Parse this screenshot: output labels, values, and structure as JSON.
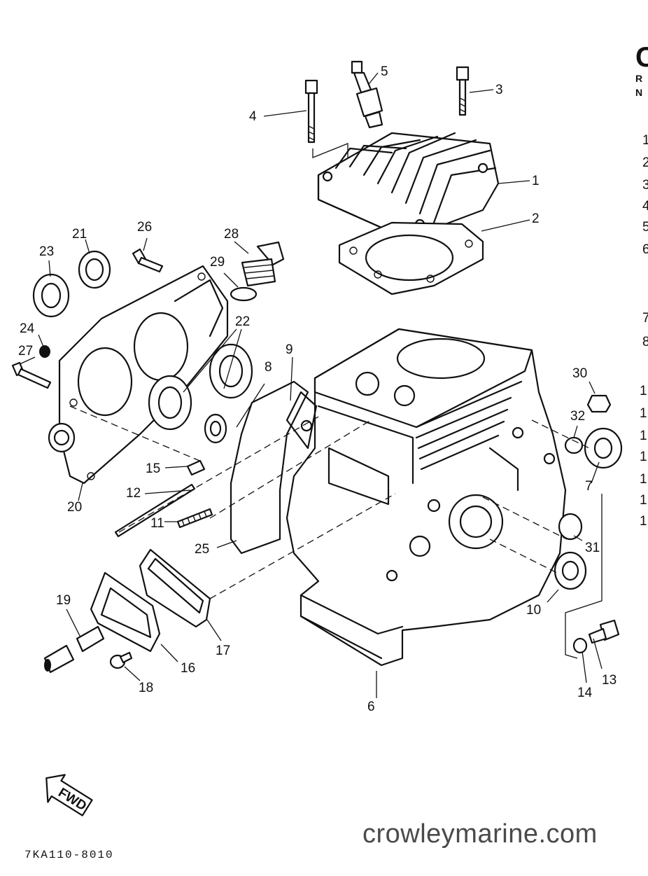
{
  "diagram": {
    "callouts": [
      "1",
      "2",
      "3",
      "4",
      "5",
      "6",
      "7",
      "8",
      "9",
      "10",
      "11",
      "12",
      "13",
      "14",
      "15",
      "16",
      "17",
      "18",
      "19",
      "20",
      "21",
      "22",
      "23",
      "24",
      "25",
      "26",
      "27",
      "28",
      "29",
      "30",
      "31",
      "32"
    ],
    "fwd_label": "FWD",
    "code": "7KA110-8010",
    "watermark": "crowleymarine.com",
    "header_fragment": {
      "title": "C",
      "row1": "R",
      "row2": "N"
    },
    "right_column_fragments": [
      "1",
      "2",
      "3",
      "4",
      "5",
      "6",
      "7",
      "8",
      "1",
      "1",
      "1",
      "1",
      "1",
      "1",
      "1"
    ]
  }
}
